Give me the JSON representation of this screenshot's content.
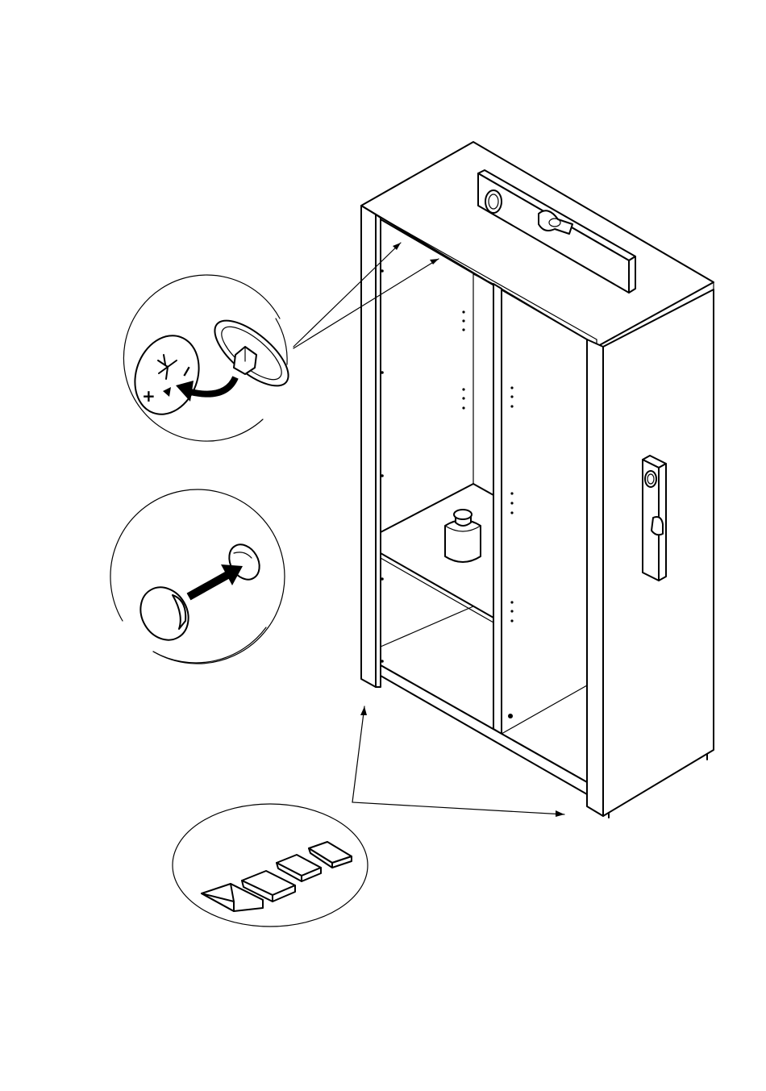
{
  "diagram": {
    "callouts": [
      {
        "id": "adjust-hinge",
        "signs": [
          "+",
          "−"
        ]
      },
      {
        "id": "insert-cap"
      },
      {
        "id": "level-shims"
      }
    ],
    "cabinet": {
      "doors_removed": true,
      "shelves": 1,
      "divider": true
    },
    "tools": [
      "spirit-level-top",
      "spirit-level-side",
      "weight"
    ],
    "colors": {
      "ink": "#000000",
      "paper": "#ffffff"
    }
  }
}
